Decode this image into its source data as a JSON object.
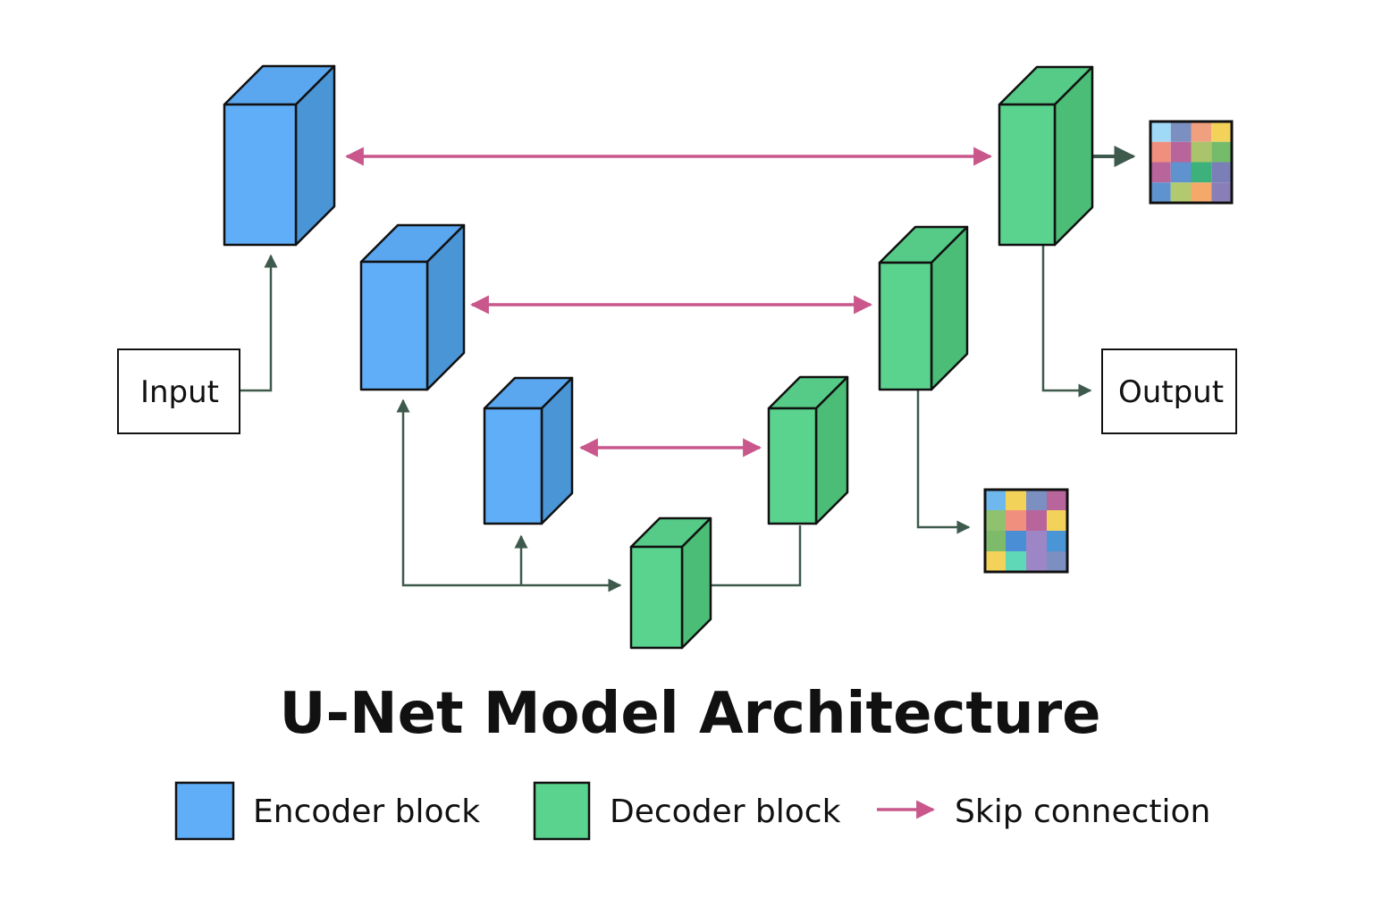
{
  "title": "U-Net Model Architecture",
  "nodes": {
    "input_label": "Input",
    "output_label": "Output"
  },
  "legend": {
    "encoder_label": "Encoder block",
    "decoder_label": "Decoder block",
    "skip_label": "Skip connection"
  },
  "colors": {
    "encoder_front": "#60aef8",
    "encoder_side": "#4a95d6",
    "encoder_top": "#5aa6ef",
    "decoder_front": "#5ad38f",
    "decoder_side": "#4bbd76",
    "decoder_top": "#55cb87",
    "skip_arrow": "#c9578c",
    "flow_arrow": "#3e5a4d",
    "outline": "#111111"
  },
  "output_maps": {
    "top": [
      "#9fd9f6",
      "#7b8fc0",
      "#f0a07e",
      "#f3d25a",
      "#f08f7e",
      "#b8659c",
      "#a9c46a",
      "#74bb6a",
      "#b8659c",
      "#5e93cf",
      "#3cb17b",
      "#7b7fb8",
      "#5e93cf",
      "#b3c970",
      "#f4a86a",
      "#8a7eb6"
    ],
    "bottom": [
      "#6fb8ee",
      "#f3d25a",
      "#7b8fc0",
      "#b8659c",
      "#8fc16f",
      "#f08f7e",
      "#b8659c",
      "#f3d25a",
      "#7dbb6a",
      "#4a8fd6",
      "#9d86c6",
      "#4a95d6",
      "#f3d25a",
      "#5fd8b8",
      "#9d86c6",
      "#7b8fc0"
    ]
  }
}
